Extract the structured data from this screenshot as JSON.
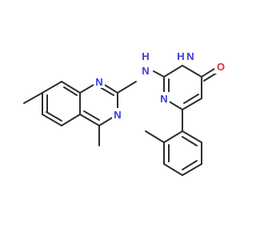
{
  "colors": {
    "bond": "#2d2d2d",
    "nitrogen": "#3b3bdf",
    "oxygen": "#e0302c",
    "background": "#ffffff"
  },
  "atoms": {
    "n_quinazoline_top": "N",
    "n_quinazoline_bottom": "N",
    "nh_link": "N",
    "nh_link_h": "H",
    "n_pyrimidine_top": "N",
    "n_pyrimidine_top_h": "H",
    "n_pyrimidine_bottom": "N",
    "o_carbonyl": "O"
  }
}
